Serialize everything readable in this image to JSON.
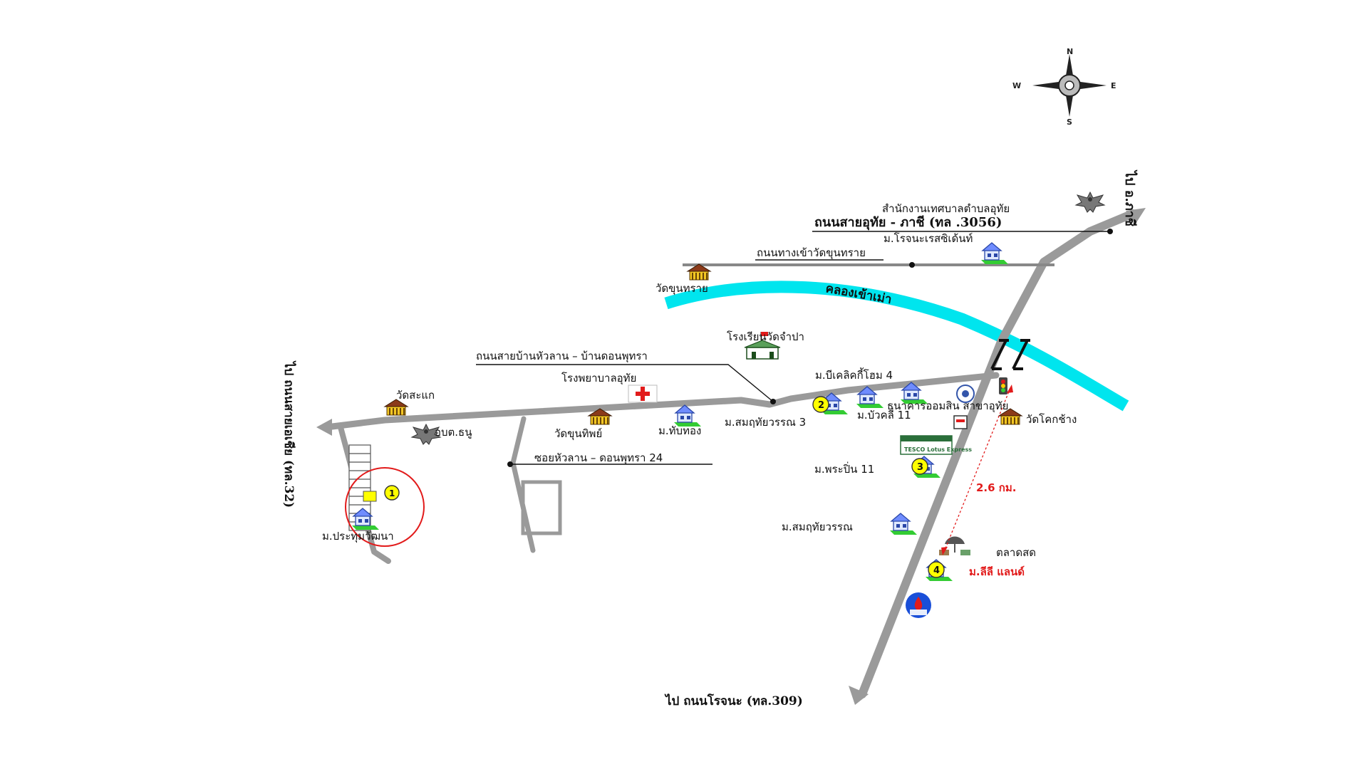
{
  "colors": {
    "road": "#9a9a9a",
    "canal": "#00e5ee",
    "accent_red": "#e21b1b",
    "house_green": "#33cc33"
  },
  "compass": {
    "n": "N",
    "s": "S",
    "e": "E",
    "w": "W"
  },
  "roads": {
    "sai_uthai_phachi": "ถนนสายอุทัย - ภาชี (ทล .3056)",
    "to_phachi": "ไป อ.ภาชี",
    "entrance_khun_sai": "ถนนทางเข้าวัดขุนทราย",
    "hua_lan_don_phutsa": "ถนนสายบ้านหัวลาน – บ้านดอนพุทรา",
    "soi_hua_lan_24": "ซอยหัวลาน – ดอนพุทรา 24",
    "to_sai_asia": "ไป ถนนสายเอเชีย (ทล.32)",
    "to_rojana": "ไป ถนนโรจนะ (ทล.309)"
  },
  "canal": {
    "name": "คลองเข้าเม่า"
  },
  "places": {
    "municipal_office": "สำนักงานเทศบาลตำบลอุทัย",
    "rojana_residence": "ม.โรจนะเรสซิเด้นท์",
    "wat_khun_sai": "วัดขุนทราย",
    "school_wat_champa": "โรงเรียนวัดจำปา",
    "hospital_uthai": "โรงพยาบาลอุทัย",
    "wat_sakae": "วัดสะแก",
    "obt_chon": "อบต.ธนู",
    "wat_khun_thip": "วัดขุนทิพย์",
    "m_thap_thong": "ม.ทับทอง",
    "m_somruthai_3": "ม.สมฤทัยวรรณ 3",
    "m_buakhli_11": "ม.บัวคลี่ 11",
    "m_bclick_home_4": "ม.บีเคลิคกี้โฮม 4",
    "gsb_uthai": "ธนาคารออมสิน สาขาอุทัย",
    "wat_khok_chang": "วัดโคกช้าง",
    "m_phraphin_11": "ม.พระปิ่น 11",
    "m_somruthai": "ม.สมฤทัยวรรณ",
    "fresh_market": "ตลาดสด",
    "m_lili_land": "ม.ลีลี แลนด์",
    "m_prathum_wattana": "ม.ประทุมวัฒนา",
    "distance": "2.6 กม.",
    "tesco_lotus": "TESCO Lotus Express"
  },
  "markers": {
    "m1": "1",
    "m2": "2",
    "m3": "3",
    "m4": "4"
  }
}
